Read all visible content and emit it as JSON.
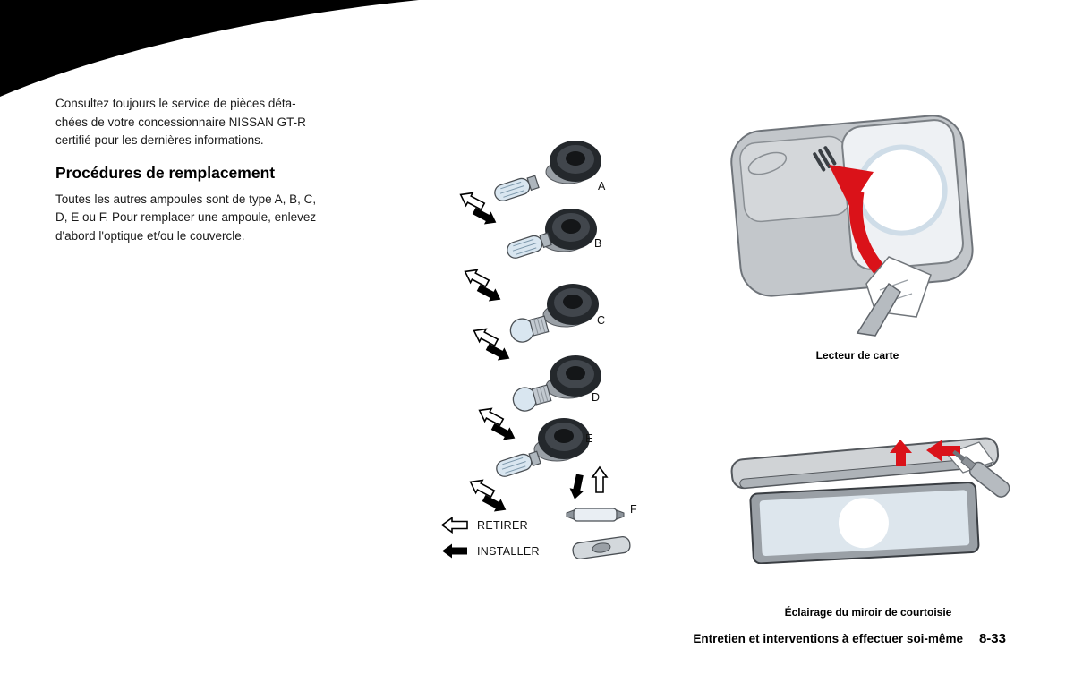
{
  "content": {
    "intro": "Consultez toujours le service de pièces déta-\nchées de votre concessionnaire NISSAN GT-R\ncertifié pour les dernières informations.",
    "heading": "Procédures de remplacement",
    "body": "Toutes les autres ampoules sont de type A, B, C,\nD, E ou F. Pour remplacer une ampoule, enlevez\nd'abord l'optique et/ou le couvercle."
  },
  "diagram": {
    "bulb_labels": [
      "A",
      "B",
      "C",
      "D",
      "E",
      "F"
    ],
    "legend": {
      "remove": "RETIRER",
      "install": "INSTALLER"
    }
  },
  "captions": {
    "map_light": "Lecteur de carte",
    "vanity_mirror": "Éclairage du miroir de courtoisie"
  },
  "footer": {
    "chapter": "Entretien et interventions à effectuer soi-même",
    "page_number": "8-33"
  },
  "colors": {
    "accent_red": "#da1219",
    "decoration_black": "#000000"
  }
}
